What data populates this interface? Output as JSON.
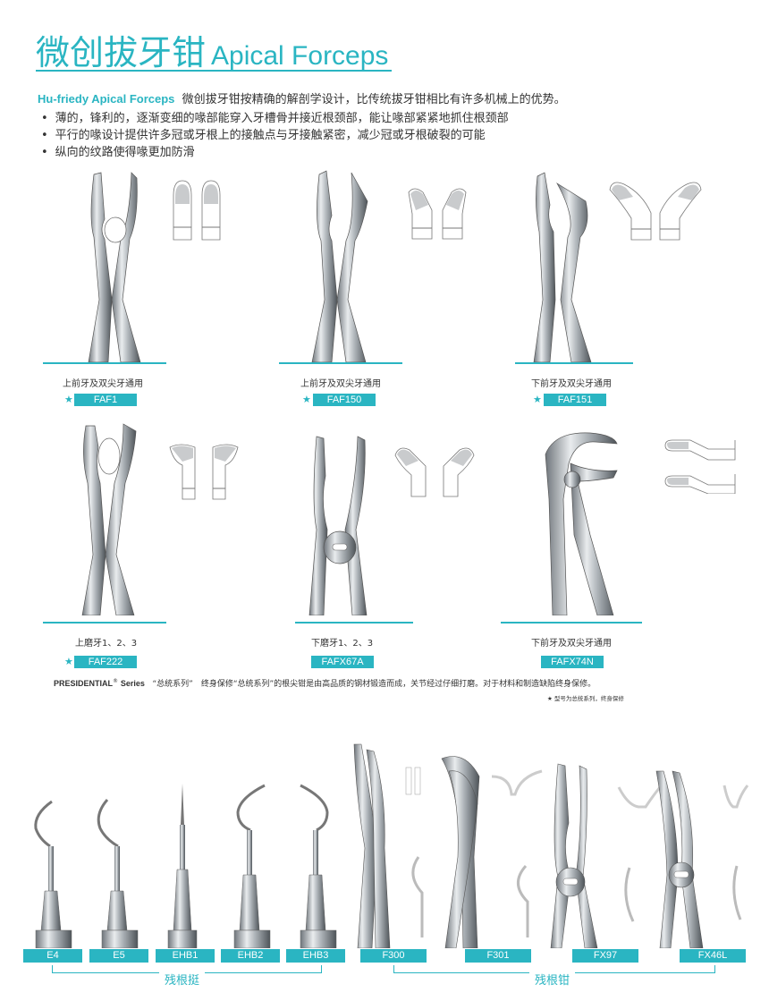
{
  "title": {
    "cn": "微创拔牙钳",
    "en": "Apical Forceps"
  },
  "intro": {
    "brand": "Hu-friedy Apical Forceps",
    "text": "微创拔牙钳按精确的解剖学设计，比传统拔牙钳相比有许多机械上的优势。"
  },
  "bullets": [
    "薄的，锋利的，逐渐变细的喙部能穿入牙槽骨并接近根颈部，能让喙部紧紧地抓住根颈部",
    "平行的喙设计提供许多冠或牙根上的接触点与牙接触紧密，减少冠或牙根破裂的可能",
    "纵向的纹路使得喙更加防滑"
  ],
  "products": [
    {
      "caption": "上前牙及双尖牙通用",
      "code": "FAF1",
      "star": "★"
    },
    {
      "caption": "上前牙及双尖牙通用",
      "code": "FAF150",
      "star": "★"
    },
    {
      "caption": "下前牙及双尖牙通用",
      "code": "FAF151",
      "star": "★"
    },
    {
      "caption": "上磨牙1、2、3",
      "code": "FAF222",
      "star": "★"
    },
    {
      "caption": "下磨牙1、2、3",
      "code": "FAFX67A",
      "star": ""
    },
    {
      "caption": "下前牙及双尖牙通用",
      "code": "FAFX74N",
      "star": ""
    }
  ],
  "presidential": {
    "brand": "PRESIDENTIAL",
    "reg": "®",
    "series": "Series",
    "text": "“总统系列”　终身保修“总统系列”的根尖钳是由高品质的钢材锻造而成，关节经过仔细打磨。对于材料和制造缺陷终身保修。",
    "note": "★ 型号为总统系列，终身保修"
  },
  "bottom": {
    "tags": [
      "E4",
      "E5",
      "EHB1",
      "EHB2",
      "EHB3",
      "F300",
      "F301",
      "FX97",
      "FX46L"
    ],
    "group1": "残根挺",
    "group2": "残根钳"
  }
}
